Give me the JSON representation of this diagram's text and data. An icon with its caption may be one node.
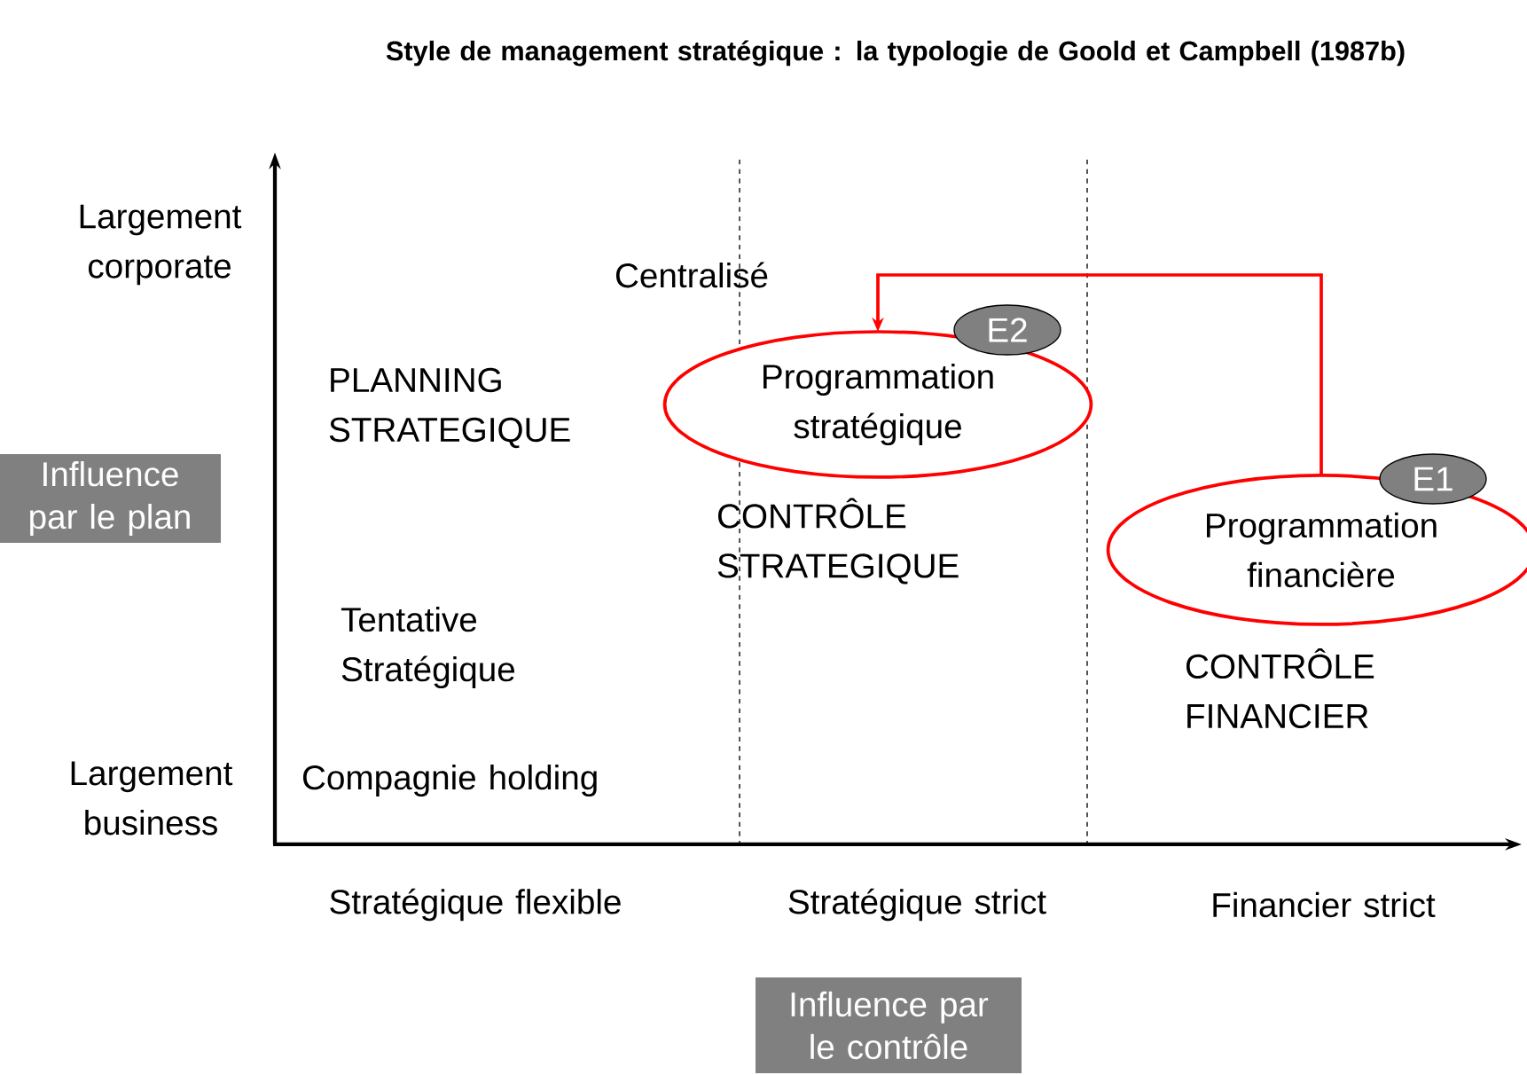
{
  "diagram": {
    "title": "Style de management stratégique : la typologie de Goold et Campbell (1987b)",
    "nodes": [
      {
        "text": [
          "Programmation stratégique"
        ]
      },
      {
        "text": [
          "E2"
        ]
      },
      {
        "text": [
          "Programmation financière"
        ]
      },
      {
        "text": [
          "E1"
        ]
      },
      {
        "text": [
          "Influence par le plan"
        ]
      },
      {
        "text": [
          "Influence par le contrôle"
        ]
      }
    ],
    "edges": [
      {
        "from": 2,
        "to": 0,
        "arrow": "to",
        "color": "#ff0000"
      }
    ],
    "labels": [
      "Largement corporate",
      "Centralisé",
      "PLANNING STRATEGIQUE",
      "CONTRÔLE STRATEGIQUE",
      "Tentative Stratégique",
      "CONTRÔLE FINANCIER",
      "Compagnie holding",
      "Largement business",
      "Stratégique flexible",
      "Stratégique strict",
      "Financier strict"
    ]
  }
}
